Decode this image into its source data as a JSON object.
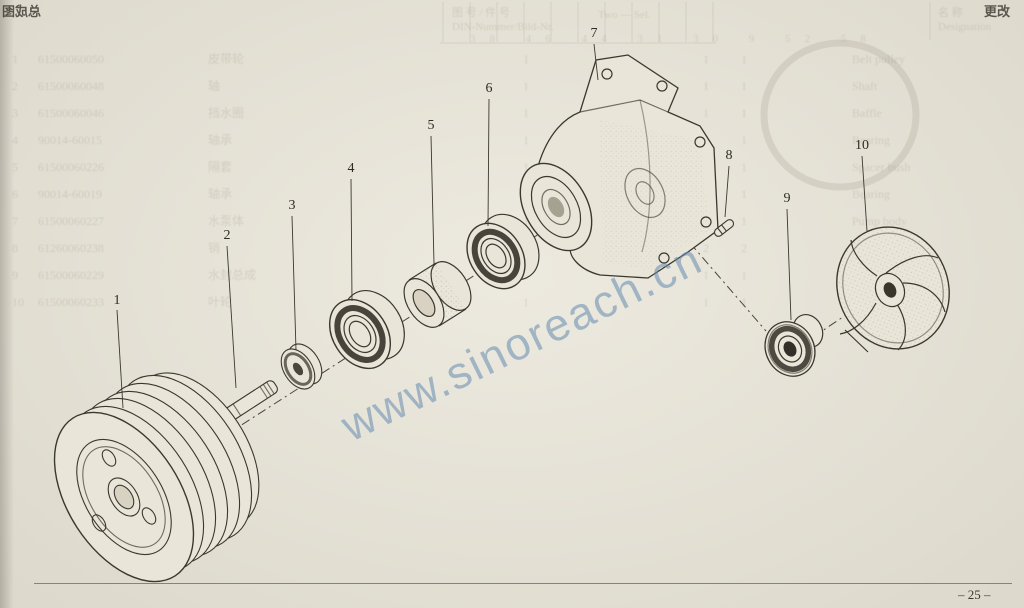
{
  "page": {
    "page_number": "– 25 –",
    "watermark": "www.sinoreach.cn"
  },
  "callouts": [
    {
      "label": "1",
      "part": "belt-pulley"
    },
    {
      "label": "2",
      "part": "shaft"
    },
    {
      "label": "3",
      "part": "slinger-washer"
    },
    {
      "label": "4",
      "part": "front-bearing"
    },
    {
      "label": "5",
      "part": "spacer-sleeve"
    },
    {
      "label": "6",
      "part": "rear-bearing"
    },
    {
      "label": "7",
      "part": "pump-housing"
    },
    {
      "label": "8",
      "part": "pin"
    },
    {
      "label": "9",
      "part": "water-seal"
    },
    {
      "label": "10",
      "part": "impeller"
    }
  ],
  "bleedthrough": {
    "corner_left": "总成图",
    "corner_right": "更改",
    "top_header": "图 号 / 件 号\nDIN-Nummer/Bild-Nr.",
    "top_sub": "Two — Sel.",
    "top_numbers": "38 46 44 31 30 9 52 58",
    "right_header": "名 称\nDesignation",
    "row_numbers": "1\n2\n3\n4\n5\n6\n7\n8\n9\n10",
    "part_numbers": "61500060050\n61500060048\n61500060046\n90014-60015\n61500060226\n90014-60019\n61500060227\n61260060238\n61500060229\n61500060233",
    "cn_names": "皮带轮\n轴\n挡水圈\n轴承\n隔套\n轴承\n水泵体\n销\n水封总成\n叶轮",
    "counts_a": "1\n1\n1\n1\n1\n1\n1\n2\n1\n1",
    "counts_b": "1\n1\n1\n1\n1\n1\n1\n2\n1\n1",
    "counts_c": "1\n1\n1\n1\n1\n1\n1\n2\n1\n1",
    "en_names": "Belt pulley\nShaft\nBaffle\nBearing\nSpacer bush\nBearing\nPump body\nPin\nWater seal ass'y\nImpeller"
  }
}
